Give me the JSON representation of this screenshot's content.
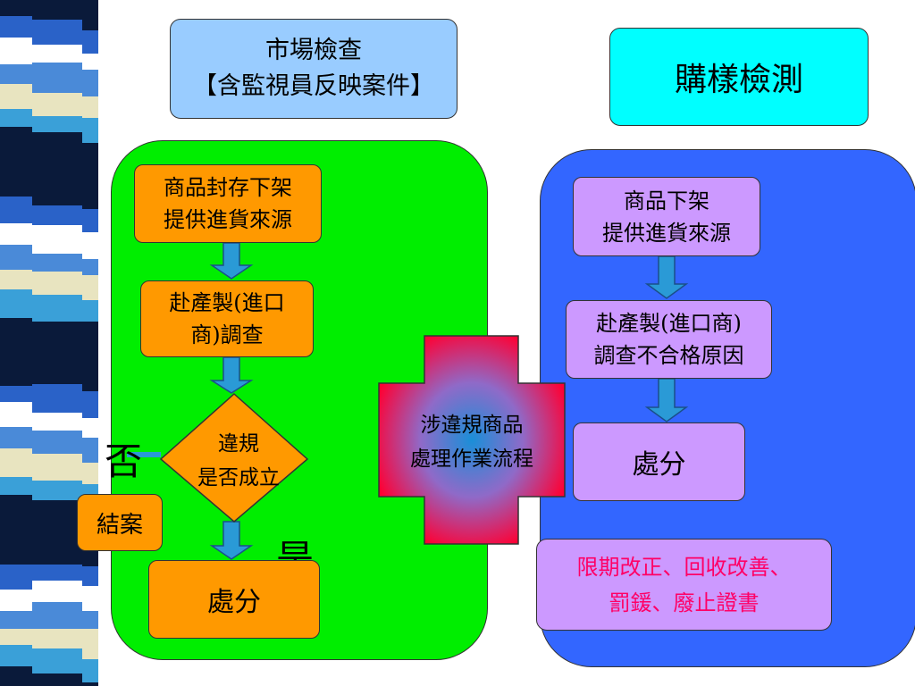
{
  "top_left_box": {
    "line1": "市場檢查",
    "line2": "【含監視員反映案件】"
  },
  "top_right_box": {
    "text": "購樣檢測"
  },
  "left_flow": {
    "step1": {
      "line1": "商品封存下架",
      "line2": "提供進貨來源"
    },
    "step2": {
      "line1": "赴產製(進口",
      "line2": "商)調查"
    },
    "decision": {
      "line1": "違規",
      "line2": "是否成立"
    },
    "no_label": "否",
    "yes_label": "是",
    "close_case": "結案",
    "penalty": "處分"
  },
  "center": {
    "line1": "涉違規商品",
    "line2": "處理作業流程"
  },
  "right_flow": {
    "step1": {
      "line1": "商品下架",
      "line2": "提供進貨來源"
    },
    "step2": {
      "line1": "赴產製(進口商)",
      "line2": "調查不合格原因"
    },
    "penalty": "處分",
    "actions": {
      "line1": "限期改正、回收改善、",
      "line2": "罰鍰、廢止證書"
    }
  },
  "colors": {
    "green_panel": "#00ee00",
    "blue_panel": "#3366ff",
    "orange": "#ff9900",
    "lavender": "#cc99ff",
    "sky": "#99ccff",
    "cyan": "#00ffff",
    "red_cross": "#ff0033",
    "magenta_text": "#ff0066"
  }
}
